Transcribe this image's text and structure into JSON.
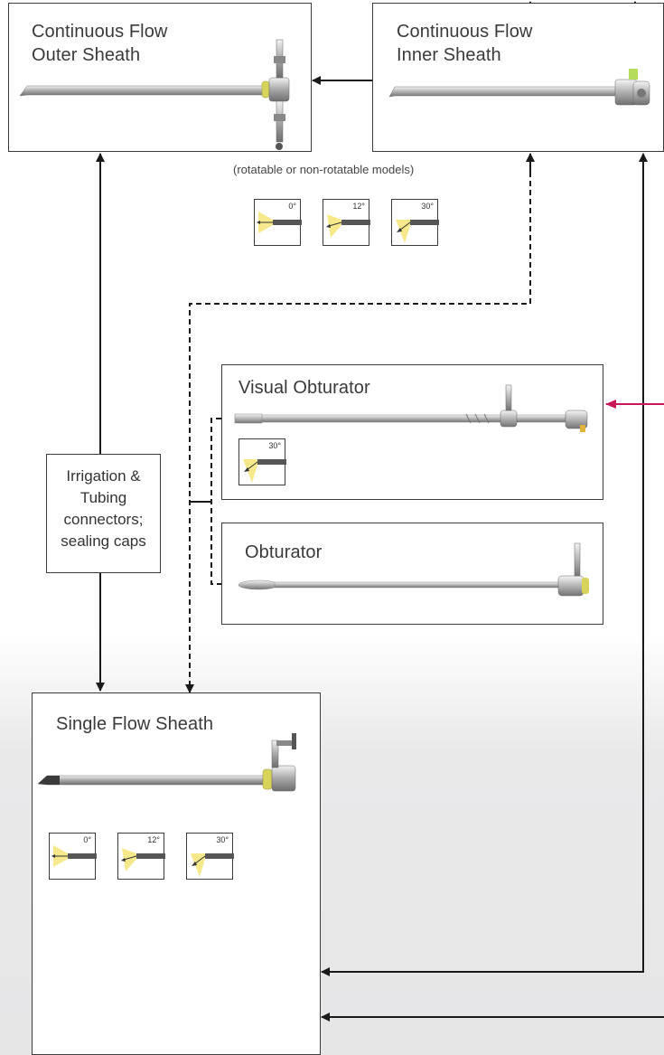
{
  "boxes": {
    "outer_sheath": {
      "line1": "Continuous Flow",
      "line2": "Outer Sheath"
    },
    "inner_sheath": {
      "line1": "Continuous Flow",
      "line2": "Inner Sheath"
    },
    "visual_obturator": {
      "title": "Visual Obturator",
      "angle": "30°"
    },
    "obturator": {
      "title": "Obturator"
    },
    "single_flow": {
      "title": "Single Flow Sheath",
      "angles": [
        "0°",
        "12°",
        "30°"
      ]
    }
  },
  "rotatable_note": "(rotatable or non-rotatable models)",
  "top_angles": [
    "0°",
    "12°",
    "30°"
  ],
  "irrigation": {
    "line1": "Irrigation &",
    "line2": "Tubing",
    "line3": "connectors;",
    "line4": "sealing caps"
  },
  "colors": {
    "line": "#1a1a1a",
    "accent_arrow": "#c8185a",
    "light_cone": "#f7e98b",
    "seal_yellow": "#d8d35a"
  }
}
